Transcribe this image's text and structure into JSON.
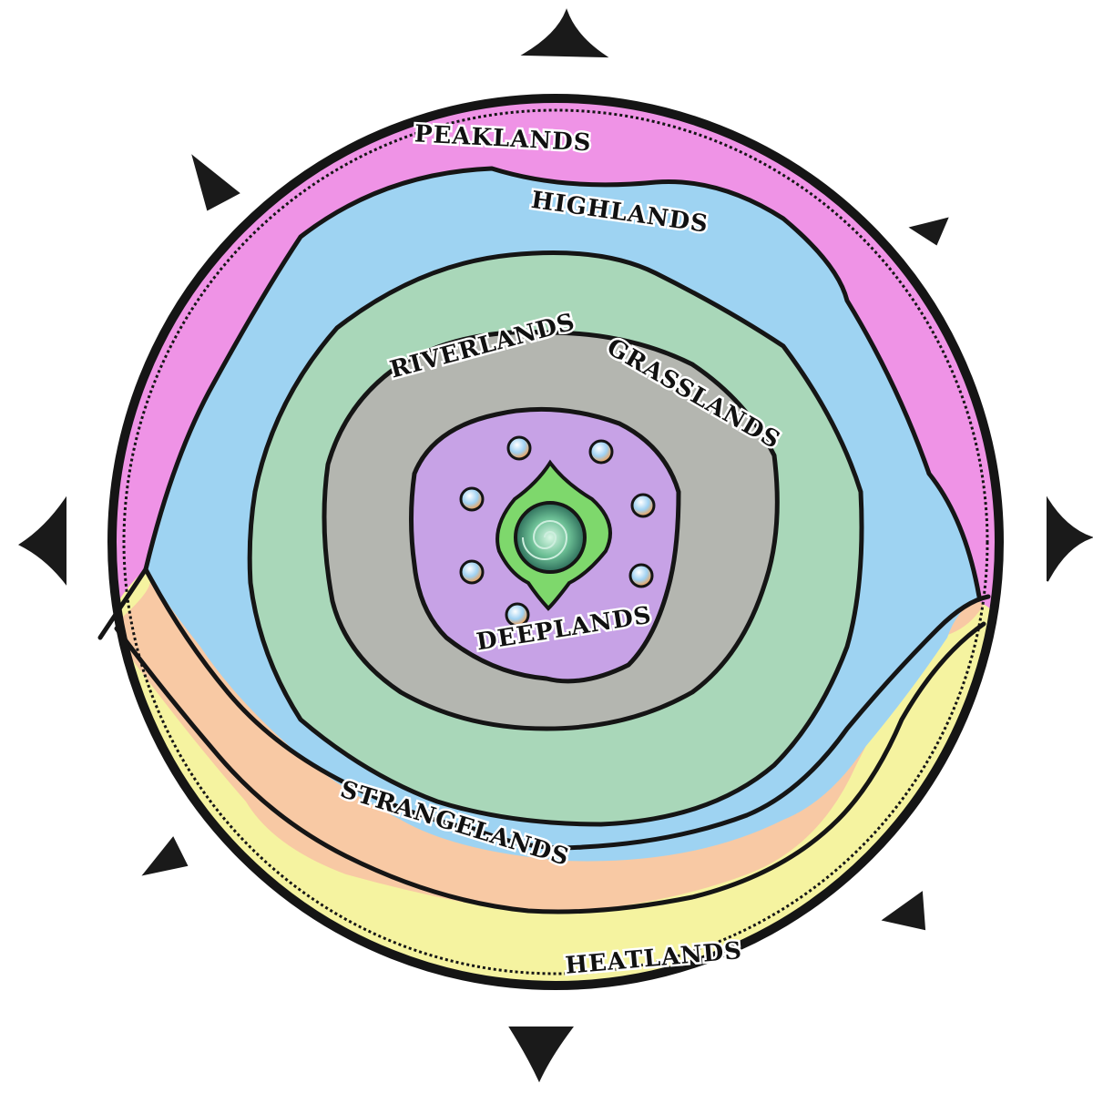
{
  "map": {
    "regions": [
      {
        "id": "peaklands",
        "label": "PEAKLANDS",
        "color": "#ef93e6"
      },
      {
        "id": "highlands",
        "label": "HIGHLANDS",
        "color": "#9ed3f2"
      },
      {
        "id": "riverlands",
        "label": "RIVERLANDS",
        "color": "#a9d7b9"
      },
      {
        "id": "grasslands",
        "label": "GRASSLANDS",
        "color": "#b4b6b0"
      },
      {
        "id": "deeplands",
        "label": "DEEPLANDS",
        "color": "#c7a2e6"
      },
      {
        "id": "strangelands",
        "label": "STRANGELANDS",
        "color": "#f8c9a4"
      },
      {
        "id": "heatlands",
        "label": "HEATLANDS",
        "color": "#f5f3a0"
      }
    ],
    "core": {
      "leaf_color": "#7ed86c",
      "orb_color": "#5fae8d"
    },
    "border_color": "#151515"
  }
}
